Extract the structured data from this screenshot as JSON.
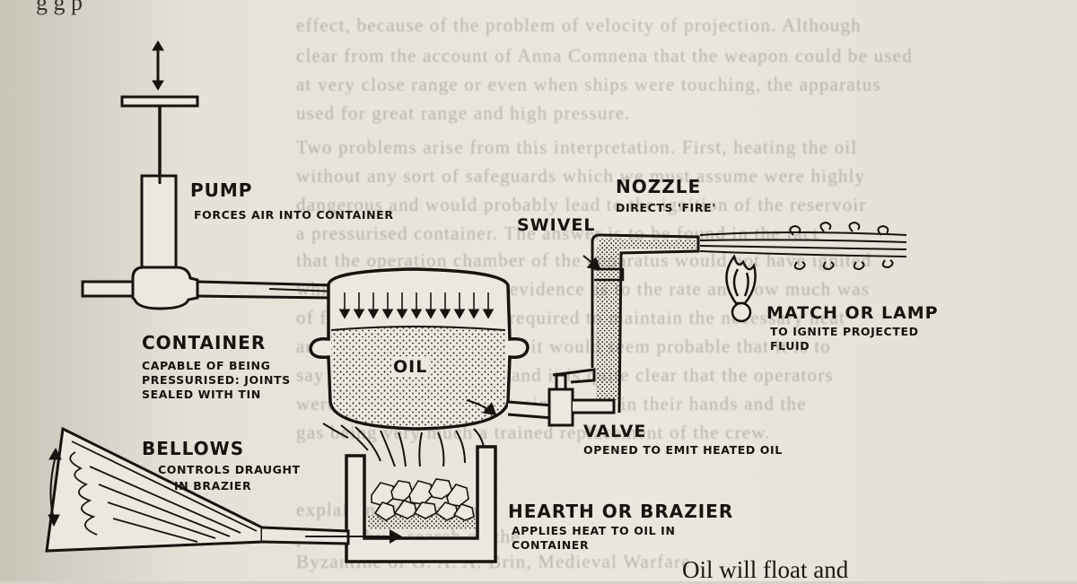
{
  "bleed_through": [
    "effect, because of the problem of velocity of projection. Although",
    "clear from the account of Anna Comnena that the weapon could be used",
    "at very close range or even when ships were touching, the apparatus",
    "used for great range and high pressure.",
    "Two problems arise from this interpretation. First, heating the oil",
    "without any sort of safeguards which we must assume were highly",
    "dangerous and would probably lead to the ignition of the reservoir",
    "a pressurised container. The answer is to be found in the fact",
    "that the operation chamber of the apparatus would not have ignited",
    "which is still there is no evidence as to the rate and how much was",
    "of fuel would have been required to maintain the necessary heat",
    "and had to be ensured, and it would seem probable that it is to",
    "say the least, hazardous, and it is quite clear that the operators",
    "were trained men whose training was in their hands and the",
    "gas being very much a trained replacement of the crew.",
    "",
    "explaining the base of",
    "placing by a search on the",
    "Byzantine of G. A. A. Brin, Medieval Warfare",
    "",
    ""
  ],
  "top_partial_line": "g                        g                            p",
  "bottom_partial_line": "Oil will float and",
  "labels": {
    "pump": {
      "title": "PUMP",
      "desc": "FORCES AIR INTO CONTAINER"
    },
    "container": {
      "title": "CONTAINER",
      "line1": "CAPABLE OF BEING",
      "line2": "PRESSURISED: JOINTS",
      "line3": "SEALED WITH TIN"
    },
    "oil": "OIL",
    "swivel": "SWIVEL",
    "nozzle": {
      "title": "NOZZLE",
      "desc": "DIRECTS 'FIRE'"
    },
    "match": {
      "title": "MATCH OR LAMP",
      "line1": "TO IGNITE PROJECTED",
      "line2": "FLUID"
    },
    "valve": {
      "title": "VALVE",
      "desc": "OPENED TO EMIT HEATED OIL"
    },
    "bellows": {
      "title": "BELLOWS",
      "line1": "CONTROLS DRAUGHT",
      "line2": "IN BRAZIER"
    },
    "hearth": {
      "title": "HEARTH OR BRAZIER",
      "line1": "APPLIES HEAT TO OIL IN",
      "line2": "CONTAINER"
    }
  }
}
